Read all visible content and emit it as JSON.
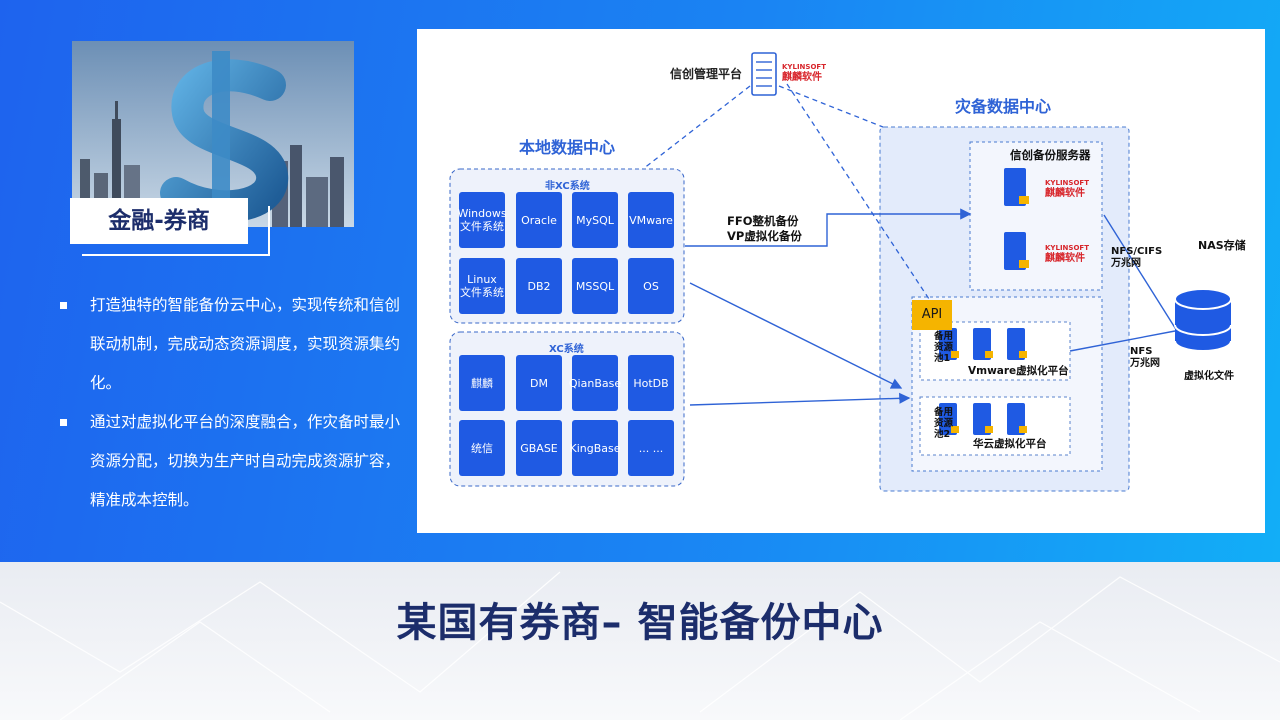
{
  "page": {
    "title": "某国有券商– 智能备份中心",
    "category_label": "金融-券商",
    "bullets": [
      "打造独特的智能备份云中心，实现传统和信创联动机制，完成动态资源调度，实现资源集约化。",
      "通过对虚拟化平台的深度融合，作灾备时最小资源分配，切换为生产时自动完成资源扩容，精准成本控制。"
    ]
  },
  "diagram": {
    "mgmt_platform": "信创管理平台",
    "kylin": {
      "brand_latin": "KYLINSOFT",
      "brand_cn": "麒麟软件"
    },
    "local_dc": {
      "title": "本地数据中心",
      "non_xc_label": "非XC系统",
      "non_xc_items": [
        "Windows\n文件系统",
        "Oracle",
        "MySQL",
        "VMware",
        "Linux\n文件系统",
        "DB2",
        "MSSQL",
        "OS"
      ],
      "xc_label": "XC系统",
      "xc_items": [
        "麒麟",
        "DM",
        "QianBase",
        "HotDB",
        "统信",
        "GBASE",
        "KingBase",
        "... ..."
      ]
    },
    "flow_label_1": "FFO整机备份",
    "flow_label_2": "VP虚拟化备份",
    "dr_dc": {
      "title": "灾备数据中心",
      "backup_server_title": "信创备份服务器",
      "api_label": "API",
      "pool1_label": "备用\n资源\n池1",
      "pool1_platform": "Vmware虚拟化平台",
      "pool2_label": "备用\n资源\n池2",
      "pool2_platform": "华云虚拟化平台"
    },
    "nas": {
      "title": "NAS存储",
      "link1_a": "NFS/CIFS",
      "link1_b": "万兆网",
      "link2_a": "NFS",
      "link2_b": "万兆网",
      "caption": "虚拟化文件"
    },
    "colors": {
      "tile": "#1f5ae3",
      "accent_blue": "#2f63d6",
      "api": "#f5b400",
      "kylin_red": "#d8262c"
    }
  }
}
